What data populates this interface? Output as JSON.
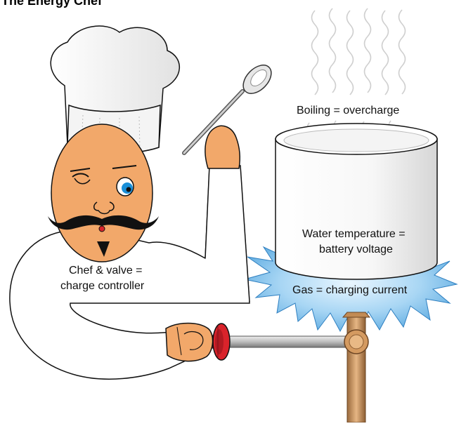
{
  "title": "The Energy Chef",
  "labels": {
    "boiling": "Boiling = overcharge",
    "water_line1": "Water temperature =",
    "water_line2": "battery voltage",
    "chef_line1": "Chef & valve =",
    "chef_line2": "charge controller",
    "gas": "Gas = charging current"
  },
  "colors": {
    "skin": "#f2a86a",
    "pupil": "#1a8fd8",
    "flame": "#6fb6e6",
    "pipe": "#d7a06a",
    "valve": "#d9232b"
  }
}
